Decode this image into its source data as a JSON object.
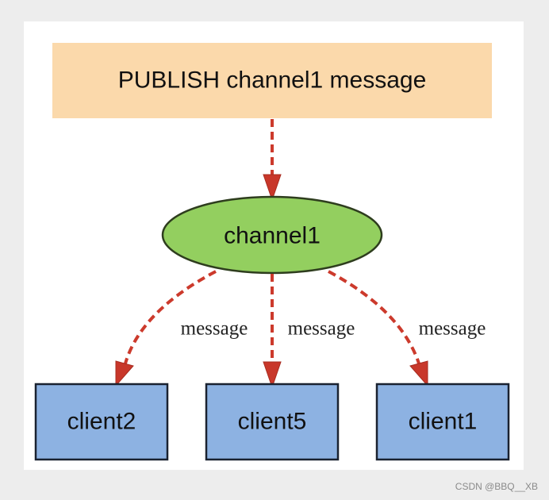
{
  "diagram": {
    "publish_node": {
      "label": "PUBLISH channel1 message",
      "fill": "#fbd9ab"
    },
    "channel_node": {
      "label": "channel1",
      "fill": "#93cf5f",
      "stroke": "#2e3d1e"
    },
    "clients": [
      {
        "label": "client2"
      },
      {
        "label": "client5"
      },
      {
        "label": "client1"
      }
    ],
    "client_fill": "#8db2e2",
    "client_stroke": "#1a2230",
    "edge_color": "#cc3a2c",
    "edge_labels": [
      "message",
      "message",
      "message"
    ]
  },
  "watermark": "CSDN @BBQ__XB"
}
